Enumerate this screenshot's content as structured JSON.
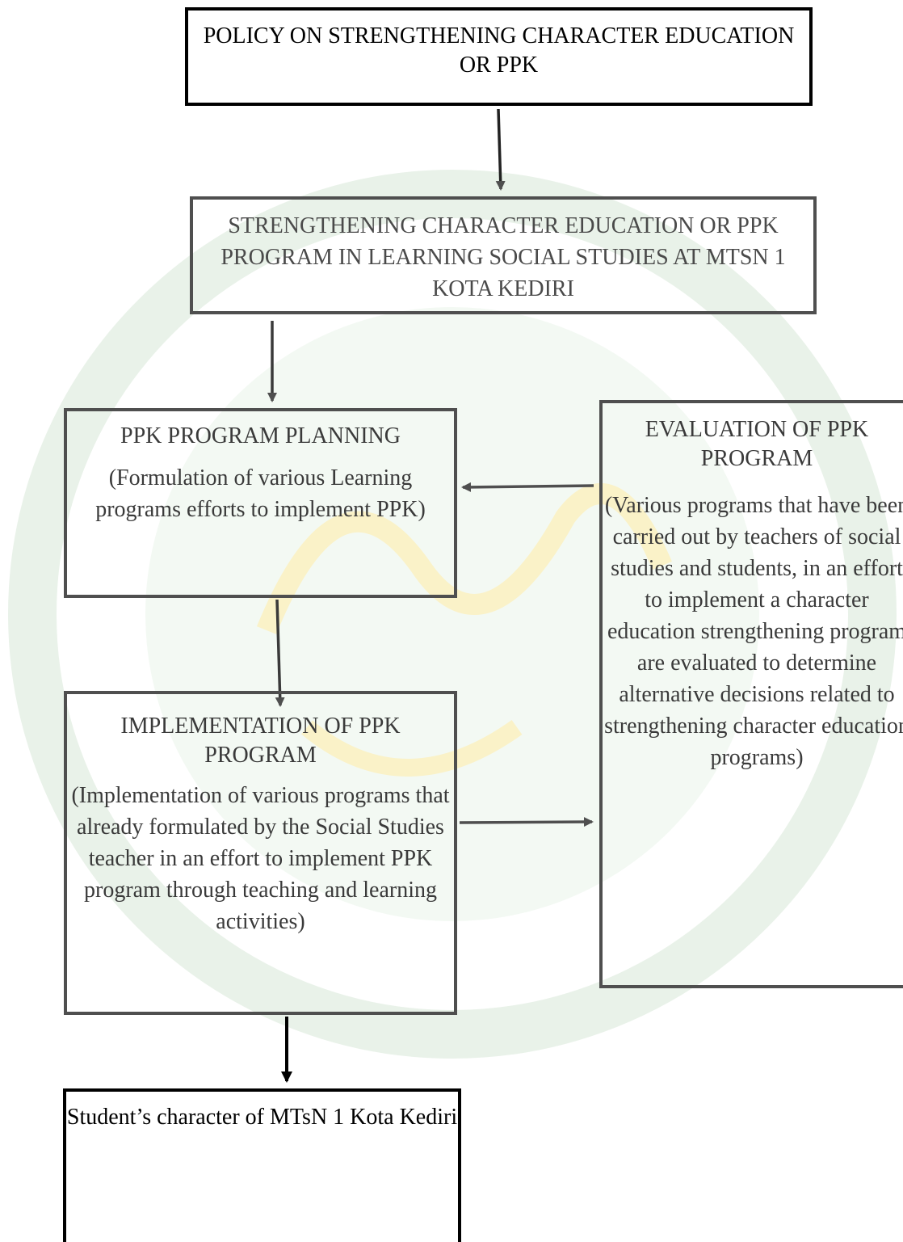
{
  "nodes": {
    "policy": {
      "title": "POLICY ON STRENGTHENING CHARACTER EDUCATION OR PPK"
    },
    "program": {
      "title": "STRENGTHENING CHARACTER EDUCATION OR PPK PROGRAM IN LEARNING SOCIAL STUDIES AT MTSN 1 KOTA KEDIRI"
    },
    "planning": {
      "title": "PPK PROGRAM PLANNING",
      "description": "(Formulation of various Learning programs efforts to implement PPK)"
    },
    "implementation": {
      "title": "IMPLEMENTATION OF PPK PROGRAM",
      "description": "(Implementation of various programs that already formulated by the Social Studies teacher in an effort to implement PPK program through teaching and learning activities)"
    },
    "evaluation": {
      "title": "EVALUATION OF PPK PROGRAM",
      "description": "(Various programs that have been carried out by teachers of social studies and students, in an effort to implement a character education strengthening program are evaluated to determine alternative decisions related to strengthening character education programs)"
    },
    "outcome": {
      "title": "Student’s character of MTsN 1 Kota Kediri"
    }
  },
  "edges": [
    {
      "from": "policy",
      "to": "program"
    },
    {
      "from": "program",
      "to": "planning"
    },
    {
      "from": "evaluation",
      "to": "planning"
    },
    {
      "from": "planning",
      "to": "implementation"
    },
    {
      "from": "implementation",
      "to": "evaluation"
    },
    {
      "from": "implementation",
      "to": "outcome"
    }
  ],
  "colors": {
    "dark": "#000000",
    "grey": "#4f4f4f",
    "watermark": "#e6f2e6",
    "watermark_gold": "#fbf4cf"
  }
}
